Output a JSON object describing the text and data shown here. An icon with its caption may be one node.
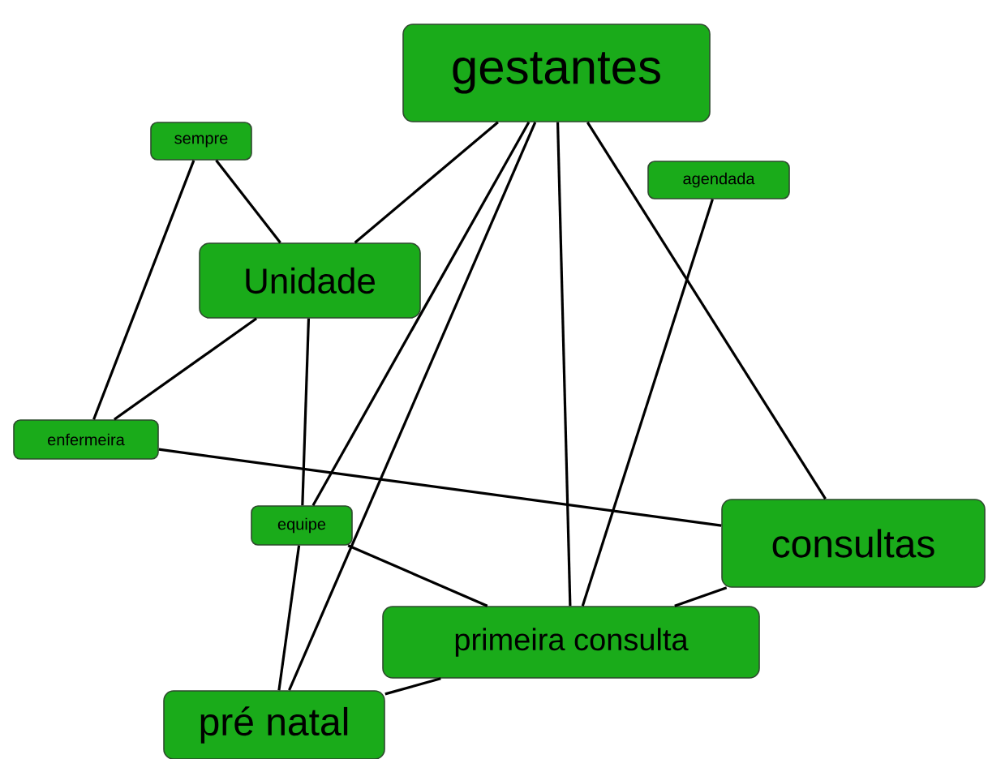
{
  "diagram": {
    "nodes": [
      {
        "text": [
          "gestantes"
        ]
      },
      {
        "text": [
          "sempre"
        ]
      },
      {
        "text": [
          "agendada"
        ]
      },
      {
        "text": [
          "Unidade"
        ]
      },
      {
        "text": [
          "enfermeira"
        ]
      },
      {
        "text": [
          "equipe"
        ]
      },
      {
        "text": [
          "consultas"
        ]
      },
      {
        "text": [
          "primeira consulta"
        ]
      },
      {
        "text": [
          "pré natal"
        ]
      }
    ],
    "edges": [
      {
        "from": 0,
        "to": 3,
        "arrow": "none"
      },
      {
        "from": 0,
        "to": 5,
        "arrow": "none"
      },
      {
        "from": 0,
        "to": 8,
        "arrow": "none"
      },
      {
        "from": 0,
        "to": 7,
        "arrow": "none"
      },
      {
        "from": 0,
        "to": 6,
        "arrow": "none"
      },
      {
        "from": 1,
        "to": 3,
        "arrow": "none"
      },
      {
        "from": 1,
        "to": 4,
        "arrow": "none"
      },
      {
        "from": 3,
        "to": 4,
        "arrow": "none"
      },
      {
        "from": 3,
        "to": 5,
        "arrow": "none"
      },
      {
        "from": 5,
        "to": 8,
        "arrow": "none"
      },
      {
        "from": 2,
        "to": 7,
        "arrow": "none"
      },
      {
        "from": 4,
        "to": 6,
        "arrow": "none"
      },
      {
        "from": 5,
        "to": 7,
        "arrow": "none"
      },
      {
        "from": 6,
        "to": 7,
        "arrow": "none"
      },
      {
        "from": 7,
        "to": 8,
        "arrow": "none"
      }
    ]
  }
}
